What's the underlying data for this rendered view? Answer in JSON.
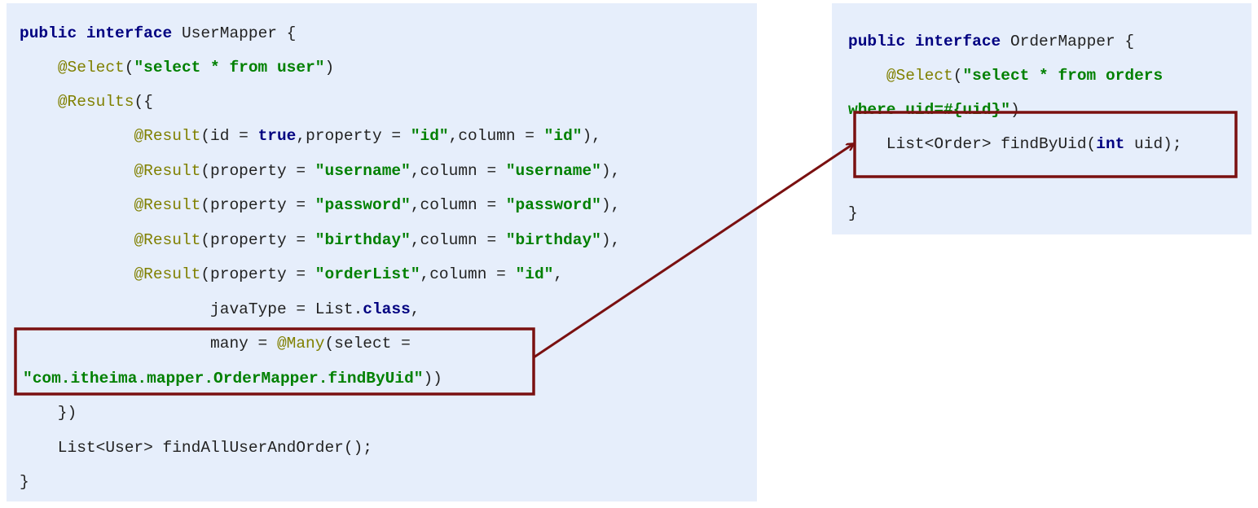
{
  "left_code": {
    "l1": [
      "public",
      " ",
      "interface",
      " UserMapper {"
    ],
    "l2": [
      "    ",
      "@Select",
      "(",
      "\"select * from user\"",
      ")"
    ],
    "l3": [
      "    ",
      "@Results",
      "({"
    ],
    "l4": [
      "            ",
      "@Result",
      "(id = ",
      "true",
      ",property = ",
      "\"id\"",
      ",column = ",
      "\"id\"",
      "),"
    ],
    "l5": [
      "            ",
      "@Result",
      "(property = ",
      "\"username\"",
      ",column = ",
      "\"username\"",
      "),"
    ],
    "l6": [
      "            ",
      "@Result",
      "(property = ",
      "\"password\"",
      ",column = ",
      "\"password\"",
      "),"
    ],
    "l7": [
      "            ",
      "@Result",
      "(property = ",
      "\"birthday\"",
      ",column = ",
      "\"birthday\"",
      "),"
    ],
    "l8": [
      "            ",
      "@Result",
      "(property = ",
      "\"orderList\"",
      ",column = ",
      "\"id\"",
      ","
    ],
    "l9": [
      "                    javaType = List.",
      "class",
      ","
    ],
    "l10": [
      "                    many = ",
      "@Many",
      "(select = "
    ],
    "l11": [
      "\"com.itheima.mapper.OrderMapper.findByUid\"",
      "))"
    ],
    "l12": [
      "    })"
    ],
    "l13": [
      "    List<User> findAllUserAndOrder();"
    ],
    "l14": [
      "}"
    ]
  },
  "right_code": {
    "l1": [
      "public",
      " ",
      "interface",
      " OrderMapper {"
    ],
    "l2": [
      "    ",
      "@Select",
      "(",
      "\"select * from orders"
    ],
    "l3": [
      "where uid=#{uid}\"",
      ")"
    ],
    "l4": [
      "    List<Order> findByUid(",
      "int",
      " uid);"
    ],
    "l5": [
      "}"
    ]
  },
  "colors": {
    "panel_background": "#e6eefb",
    "keyword": "#000080",
    "annotation": "#808000",
    "string": "#008000",
    "highlight_box": "#7a1010",
    "arrow": "#7a1010"
  }
}
